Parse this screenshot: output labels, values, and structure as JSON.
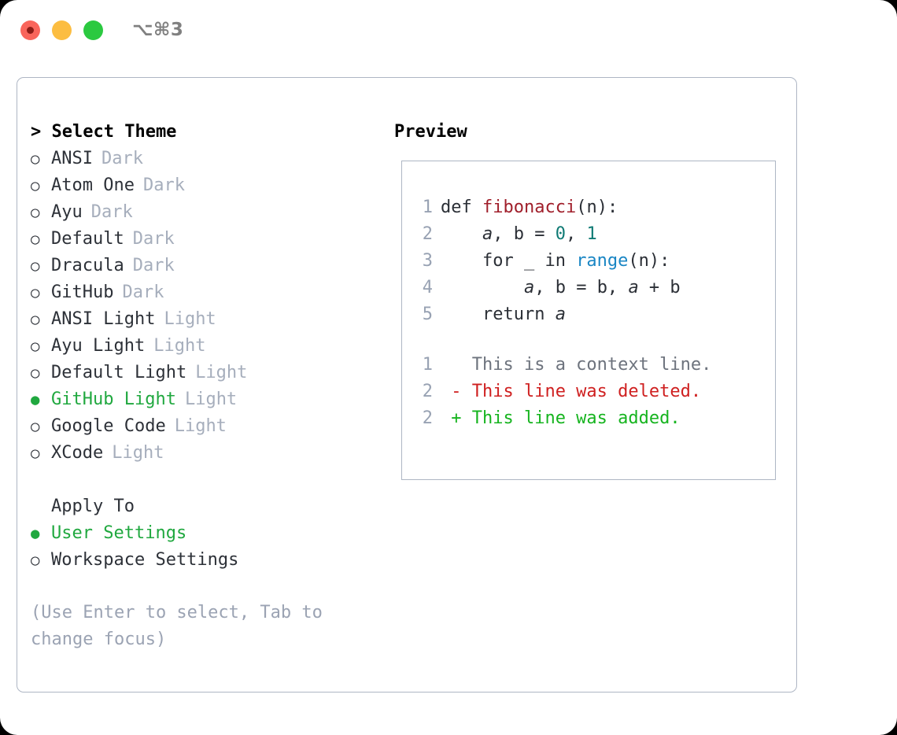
{
  "titlebar": {
    "shortcut": "⌥⌘3",
    "buttons": [
      {
        "name": "close",
        "color": "#f9655b"
      },
      {
        "name": "minimize",
        "color": "#fcbd41"
      },
      {
        "name": "maximize",
        "color": "#2bc940"
      }
    ]
  },
  "theme_panel": {
    "heading": "> Select Theme",
    "heading_caret": ">",
    "heading_text": "Select Theme",
    "options": [
      {
        "bullet": "○",
        "label": "ANSI",
        "variant": "Dark",
        "selected": false
      },
      {
        "bullet": "○",
        "label": "Atom One",
        "variant": "Dark",
        "selected": false
      },
      {
        "bullet": "○",
        "label": "Ayu",
        "variant": "Dark",
        "selected": false
      },
      {
        "bullet": "○",
        "label": "Default",
        "variant": "Dark",
        "selected": false
      },
      {
        "bullet": "○",
        "label": "Dracula",
        "variant": "Dark",
        "selected": false
      },
      {
        "bullet": "○",
        "label": "GitHub",
        "variant": "Dark",
        "selected": false
      },
      {
        "bullet": "○",
        "label": "ANSI Light",
        "variant": "Light",
        "selected": false
      },
      {
        "bullet": "○",
        "label": "Ayu Light",
        "variant": "Light",
        "selected": false
      },
      {
        "bullet": "○",
        "label": "Default Light",
        "variant": "Light",
        "selected": false
      },
      {
        "bullet": "●",
        "label": "GitHub Light",
        "variant": "Light",
        "selected": true
      },
      {
        "bullet": "○",
        "label": "Google Code",
        "variant": "Light",
        "selected": false
      },
      {
        "bullet": "○",
        "label": "XCode",
        "variant": "Light",
        "selected": false
      }
    ],
    "apply_to": {
      "heading": "Apply To",
      "options": [
        {
          "bullet": "●",
          "label": "User Settings",
          "selected": true
        },
        {
          "bullet": "○",
          "label": "Workspace Settings",
          "selected": false
        }
      ]
    },
    "hint": "(Use Enter to select, Tab to change focus)"
  },
  "preview": {
    "title": "Preview",
    "code_lines": [
      {
        "number": "1",
        "tokens": [
          {
            "text": "def ",
            "style": "plain"
          },
          {
            "text": "fibonacci",
            "style": "fn"
          },
          {
            "text": "(n):",
            "style": "plain"
          }
        ]
      },
      {
        "number": "2",
        "tokens": [
          {
            "text": "    ",
            "style": "plain"
          },
          {
            "text": "a",
            "style": "ital"
          },
          {
            "text": ", b = ",
            "style": "plain"
          },
          {
            "text": "0",
            "style": "num"
          },
          {
            "text": ", ",
            "style": "plain"
          },
          {
            "text": "1",
            "style": "num"
          }
        ]
      },
      {
        "number": "3",
        "tokens": [
          {
            "text": "    for _ in ",
            "style": "plain"
          },
          {
            "text": "range",
            "style": "call"
          },
          {
            "text": "(n):",
            "style": "plain"
          }
        ]
      },
      {
        "number": "4",
        "tokens": [
          {
            "text": "        ",
            "style": "plain"
          },
          {
            "text": "a",
            "style": "ital"
          },
          {
            "text": ", b = b, ",
            "style": "plain"
          },
          {
            "text": "a",
            "style": "ital"
          },
          {
            "text": " + b",
            "style": "plain"
          }
        ]
      },
      {
        "number": "5",
        "tokens": [
          {
            "text": "    return ",
            "style": "plain"
          },
          {
            "text": "a",
            "style": "ital"
          }
        ]
      }
    ],
    "diff_lines": [
      {
        "number": "1",
        "marker": " ",
        "text": " This is a context line.",
        "kind": "context"
      },
      {
        "number": "2",
        "marker": "-",
        "text": " This line was deleted.",
        "kind": "deleted"
      },
      {
        "number": "2",
        "marker": "+",
        "text": " This line was added.",
        "kind": "added"
      }
    ]
  },
  "colors": {
    "accent_green": "#20a83f",
    "muted": "#a6aebc",
    "hint": "#9ba3b3",
    "border": "#aeb6c4",
    "code_fn": "#a01f2b",
    "code_num": "#0f7a74",
    "code_call": "#1a86c4",
    "diff_context": "#6d737d",
    "diff_deleted": "#cf2020",
    "diff_added": "#16b41f"
  }
}
